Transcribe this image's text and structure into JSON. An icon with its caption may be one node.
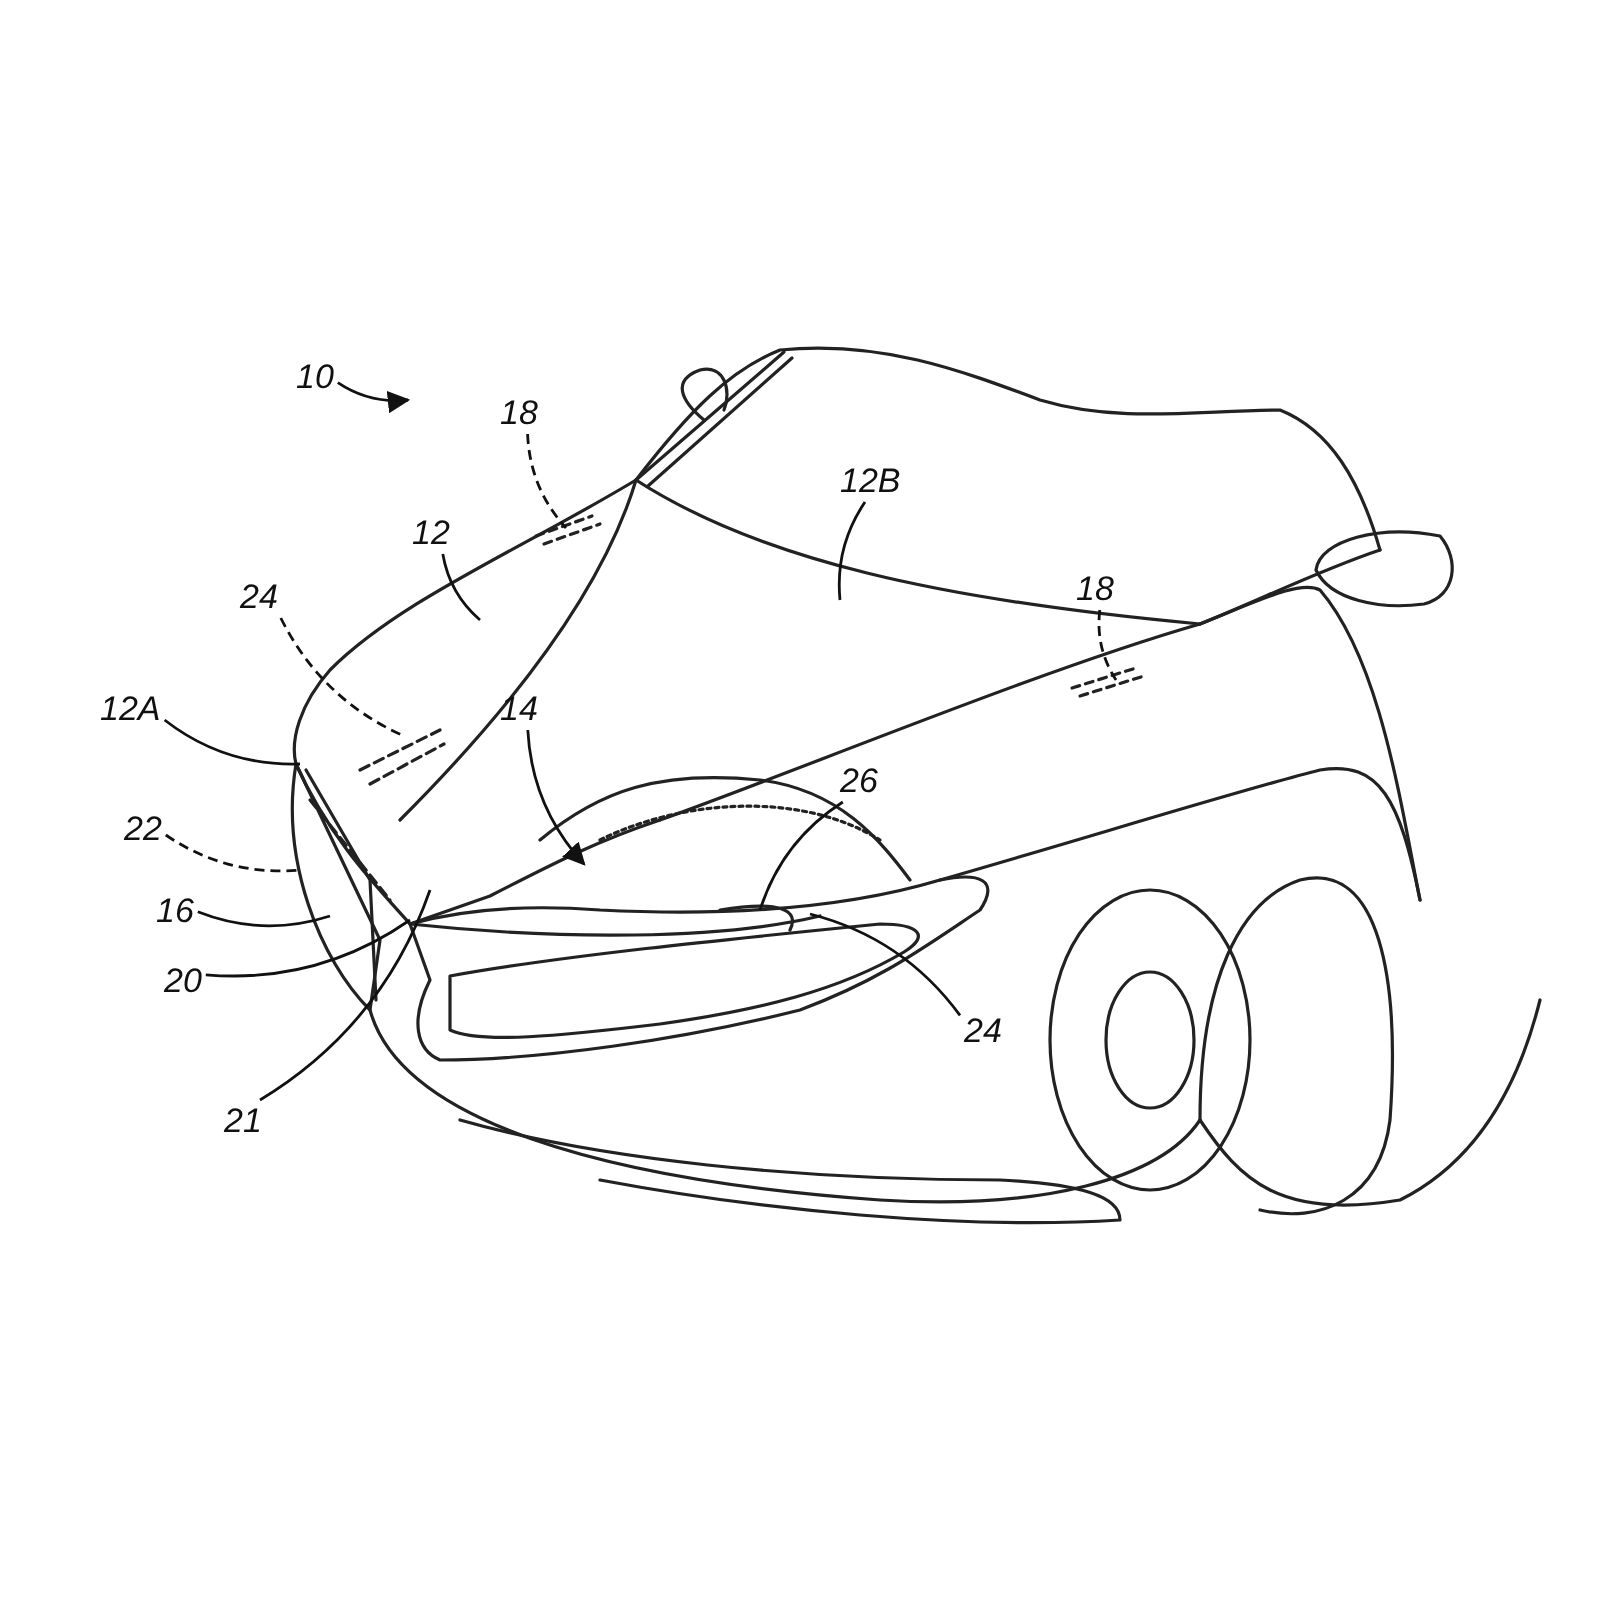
{
  "diagram": {
    "nodes": [
      {
        "text": [
          "10"
        ]
      },
      {
        "text": [
          "18"
        ]
      },
      {
        "text": [
          "12"
        ]
      },
      {
        "text": [
          "12B"
        ]
      },
      {
        "text": [
          "18"
        ]
      },
      {
        "text": [
          "24"
        ]
      },
      {
        "text": [
          "12A"
        ]
      },
      {
        "text": [
          "14"
        ]
      },
      {
        "text": [
          "26"
        ]
      },
      {
        "text": [
          "22"
        ]
      },
      {
        "text": [
          "16"
        ]
      },
      {
        "text": [
          "20"
        ]
      },
      {
        "text": [
          "21"
        ]
      },
      {
        "text": [
          "24"
        ]
      }
    ],
    "edges": [
      {
        "from": 0,
        "to": null,
        "arrow": "to"
      },
      {
        "from": 1,
        "to": null,
        "arrow": "none",
        "style": "dashed"
      },
      {
        "from": 2,
        "to": null,
        "arrow": "none"
      },
      {
        "from": 3,
        "to": null,
        "arrow": "none"
      },
      {
        "from": 4,
        "to": null,
        "arrow": "none",
        "style": "dashed"
      },
      {
        "from": 5,
        "to": null,
        "arrow": "none",
        "style": "dashed"
      },
      {
        "from": 6,
        "to": null,
        "arrow": "none"
      },
      {
        "from": 7,
        "to": null,
        "arrow": "to"
      },
      {
        "from": 8,
        "to": null,
        "arrow": "none"
      },
      {
        "from": 9,
        "to": null,
        "arrow": "none",
        "style": "dashed"
      },
      {
        "from": 10,
        "to": null,
        "arrow": "none"
      },
      {
        "from": 11,
        "to": null,
        "arrow": "none"
      },
      {
        "from": 12,
        "to": null,
        "arrow": "none"
      },
      {
        "from": 13,
        "to": null,
        "arrow": "none"
      }
    ]
  }
}
